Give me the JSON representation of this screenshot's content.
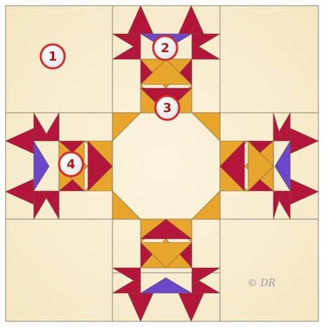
{
  "quilt_block": {
    "colors": {
      "background": "#f6ebcb",
      "background_light": "#fbf4df",
      "seam": "#8a8377",
      "red": "#b3163a",
      "gold": "#e8a52c",
      "purple": "#6b47c9",
      "marker_red": "#d42a2a",
      "marker_fill": "#ffffff"
    },
    "markers": [
      {
        "label": "1",
        "target": "corner-square"
      },
      {
        "label": "2",
        "target": "star-block"
      },
      {
        "label": "3",
        "target": "gold-triangle-unit"
      },
      {
        "label": "4",
        "target": "star-center-square"
      }
    ],
    "signature": "© DR"
  }
}
